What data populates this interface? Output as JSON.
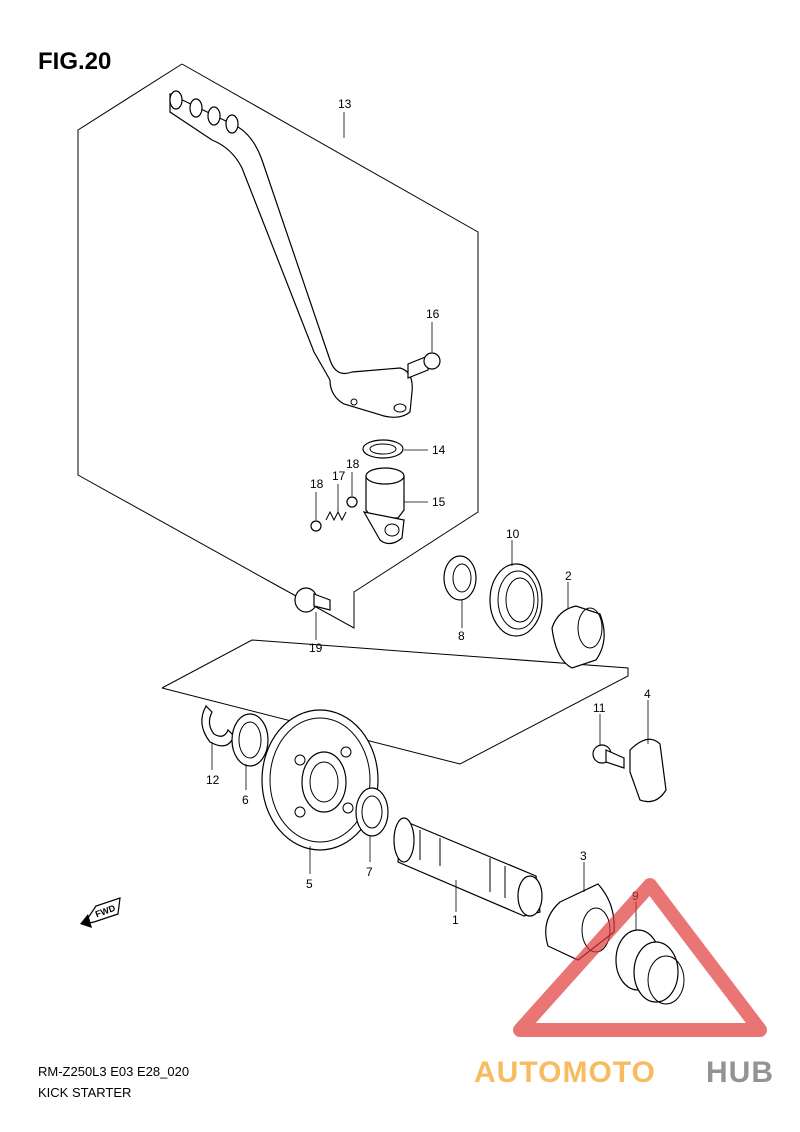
{
  "figure": {
    "title": "FIG.20"
  },
  "footer": {
    "model_code": "RM-Z250L3 E03 E28_020",
    "section_name": "KICK STARTER"
  },
  "fwd_badge": {
    "label": "FWD"
  },
  "watermark": {
    "part1": "AUTOMOTO",
    "part2": "HUB",
    "color_red": "#e03a3a",
    "color_orange": "#f5a01e",
    "color_gray": "#666666"
  },
  "callouts": {
    "c13": "13",
    "c16": "16",
    "c14": "14",
    "c15": "15",
    "c18a": "18",
    "c17": "17",
    "c18b": "18",
    "c19": "19",
    "c10": "10",
    "c2": "2",
    "c8": "8",
    "c4": "4",
    "c11": "11",
    "c12": "12",
    "c6": "6",
    "c5": "5",
    "c7": "7",
    "c1": "1",
    "c3": "3",
    "c9": "9"
  }
}
